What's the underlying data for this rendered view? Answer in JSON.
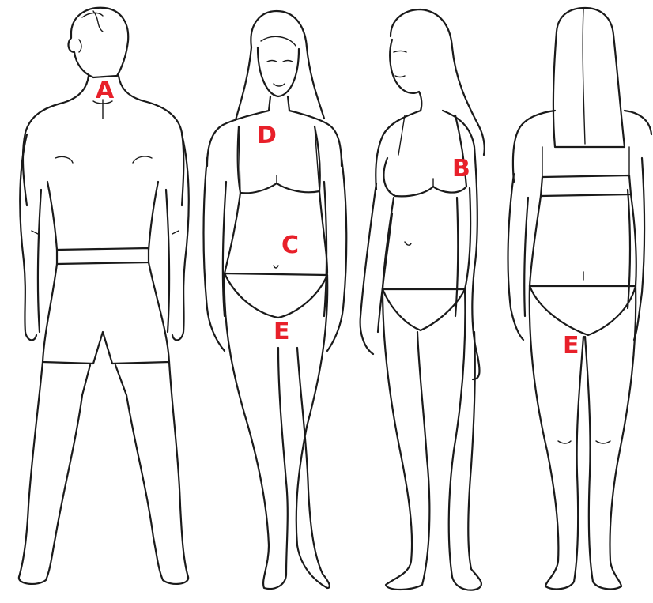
{
  "accent_color": "#e8202a",
  "markers": [
    {
      "letter": "A"
    },
    {
      "letter": "D"
    },
    {
      "letter": "B"
    },
    {
      "letter": "C"
    },
    {
      "letter": "E"
    },
    {
      "letter": "E"
    }
  ]
}
